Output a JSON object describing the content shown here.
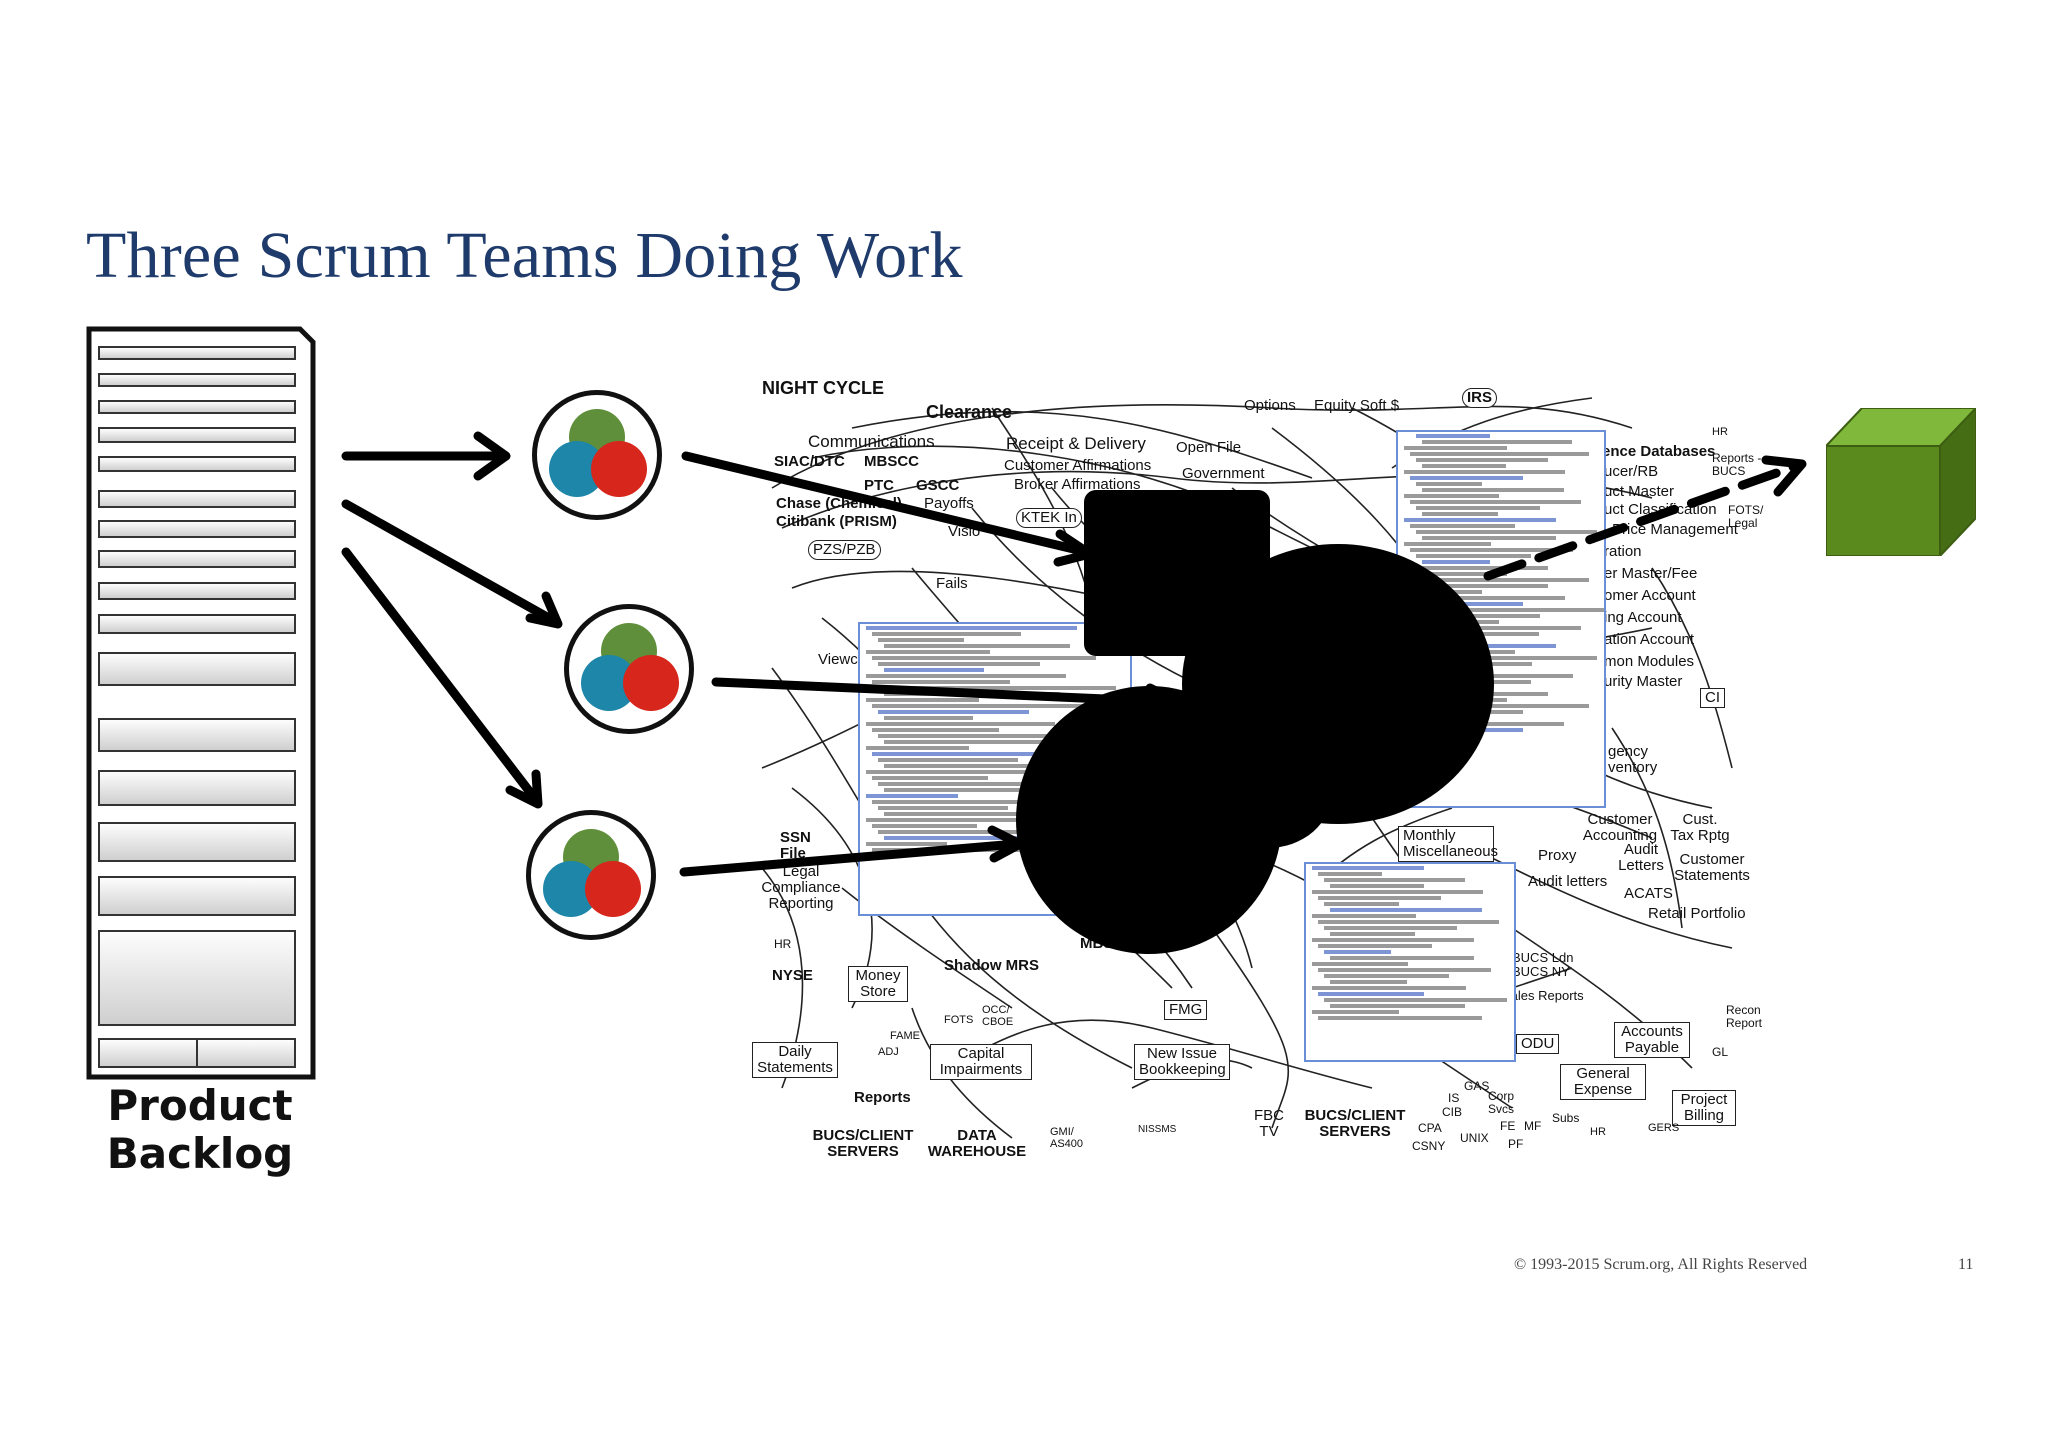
{
  "title": "Three Scrum Teams Doing Work",
  "backlog": {
    "label_line1": "Product",
    "label_line2": "Backlog"
  },
  "teams": [
    "team-1",
    "team-2",
    "team-3"
  ],
  "legacy_system": {
    "labels": {
      "night_cycle": "NIGHT CYCLE",
      "clearance": "Clearance",
      "communications": "Communications",
      "receipt_delivery": "Receipt & Delivery",
      "customer_affirmations": "Customer Affirmations",
      "broker_affirmations": "Broker Affirmations",
      "siac_dtc": "SIAC/DTC",
      "mbscc": "MBSCC",
      "ptc": "PTC",
      "gscc": "GSCC",
      "chase": "Chase (Chemical)",
      "payoffs": "Payoffs",
      "citibank": "Citibank (PRISM)",
      "pzs_pzb": "PZS/PZB",
      "options": "Options",
      "equity_soft": "Equity Soft $",
      "irs": "IRS",
      "open_file": "Open File",
      "government": "Government",
      "reference_databases": "ence Databases",
      "issuer": "ucer/RB",
      "product_master": "uct Master",
      "product_classification": "uct Classification",
      "price_management": "Price Management",
      "reports_bucs": "Reports - BUCS",
      "fots_legal": "FOTS/ Legal",
      "hr": "HR",
      "ration": "ration",
      "master_fee": "er Master/Fee",
      "customer_account": "omer Account",
      "ing_account": "ing Account",
      "ation_account": "ation Account",
      "common_modules": "mon Modules",
      "security_master": "urity Master",
      "ci": "CI",
      "agency_inventory": "gency ventory",
      "monthly_misc": "Monthly Miscellaneous",
      "customer_accounting": "Customer Accounting",
      "cust_tax_rptg": "Cust. Tax Rptg",
      "proxy": "Proxy",
      "audit_letters": "Audit Letters",
      "customer_statements": "Customer Statements",
      "audit_letters2": "Audit letters",
      "acats": "ACATS",
      "retail_portfolio": "Retail Portfolio",
      "ssn_file": "SSN File",
      "legal_compliance": "Legal Compliance Reporting",
      "nyse": "NYSE",
      "money_store": "Money Store",
      "shadow_mrs": "Shadow MRS",
      "mbs": "MBS",
      "fmg": "FMG",
      "daily_statements": "Daily Statements",
      "capital_impairments": "Capital Impairments",
      "occ_cboe": "OCC/ CBOE",
      "fots": "FOTS",
      "fame": "FAME",
      "adj": "ADJ",
      "reports": "Reports",
      "bucs_client_servers": "BUCS/CLIENT SERVERS",
      "data_warehouse": "DATA WAREHOUSE",
      "gmi": "GMI/ AS400",
      "new_issue": "New Issue Bookkeeping",
      "nissms": "NISSMS",
      "fbc_tv": "FBC TV",
      "bucs_client_servers2": "BUCS/CLIENT SERVERS",
      "odu": "ODU",
      "accounts_payable": "Accounts Payable",
      "general_expense": "General Expense",
      "project_billing": "Project Billing",
      "bucs_ldn": "BUCS Ldn",
      "bucs_ny": "BUCS NY",
      "sales_reports": "Sales Reports",
      "recon_report": "Recon Report",
      "gl": "GL",
      "gers": "GERS",
      "subs": "Subs",
      "corp_svcs": "Corp Svcs",
      "cib": "CIB",
      "cpa": "CPA",
      "csny": "CSNY",
      "unix": "UNIX",
      "fe": "FE",
      "mf": "MF",
      "pf": "PF",
      "is": "IS",
      "gas": "GAS",
      "viewc": "Viewc",
      "fails": "Fails",
      "ktek": "KTEK In",
      "vision": "Visio"
    }
  },
  "colors": {
    "title": "#1f3b6b",
    "team_green": "#5f8f3a",
    "team_blue": "#1e86a8",
    "team_red": "#d7261c",
    "product_cube": "#5a8a1e",
    "code_border": "#6b8fd6"
  },
  "footer": {
    "copyright": "© 1993-2015 Scrum.org, All Rights Reserved",
    "page_number": "11"
  }
}
